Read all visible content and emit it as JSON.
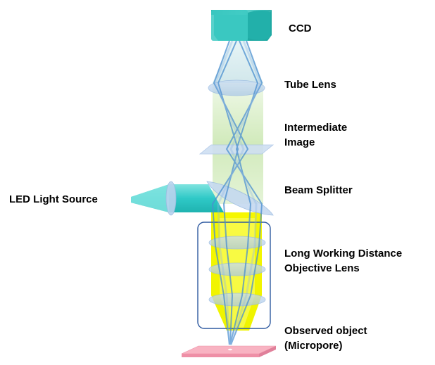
{
  "labels": {
    "ccd": "CCD",
    "tube_lens": "Tube Lens",
    "intermediate_image_line1": "Intermediate",
    "intermediate_image_line2": "Image",
    "beam_splitter": "Beam Splitter",
    "led_light_source": "LED Light Source",
    "objective_line1": "Long Working Distance",
    "objective_line2": "Objective Lens",
    "observed_line1": "Observed object",
    "observed_line2": "(Micropore)"
  },
  "colors": {
    "ccd": "#3cc9c2",
    "tube_path": "#c9e8b0",
    "objective_path": "#f2f500",
    "lens": "#b9d3ee",
    "ray": "#4a8fd0",
    "led": "#2fc9c7",
    "object": "#f6a0b4",
    "box": "#2f5aa0"
  }
}
